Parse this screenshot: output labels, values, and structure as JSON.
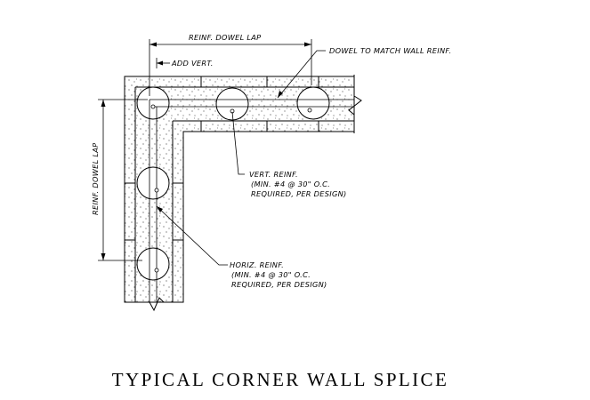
{
  "drawing": {
    "title": "TYPICAL CORNER WALL SPLICE",
    "labels": {
      "top_dimension": "REINF. DOWEL LAP",
      "side_dimension": "REINF. DOWEL LAP",
      "add_vert": "ADD VERT.",
      "dowel_match": "DOWEL TO MATCH WALL REINF.",
      "vert_reinf": [
        "VERT. REINF.",
        "(MIN. #4 @ 30\" O.C.",
        "REQUIRED, PER DESIGN)"
      ],
      "horiz_reinf": [
        "HORIZ. REINF.",
        "(MIN. #4 @ 30\" O.C.",
        "REQUIRED, PER DESIGN)"
      ]
    },
    "colors": {
      "line": "#000000",
      "background": "#ffffff"
    }
  }
}
